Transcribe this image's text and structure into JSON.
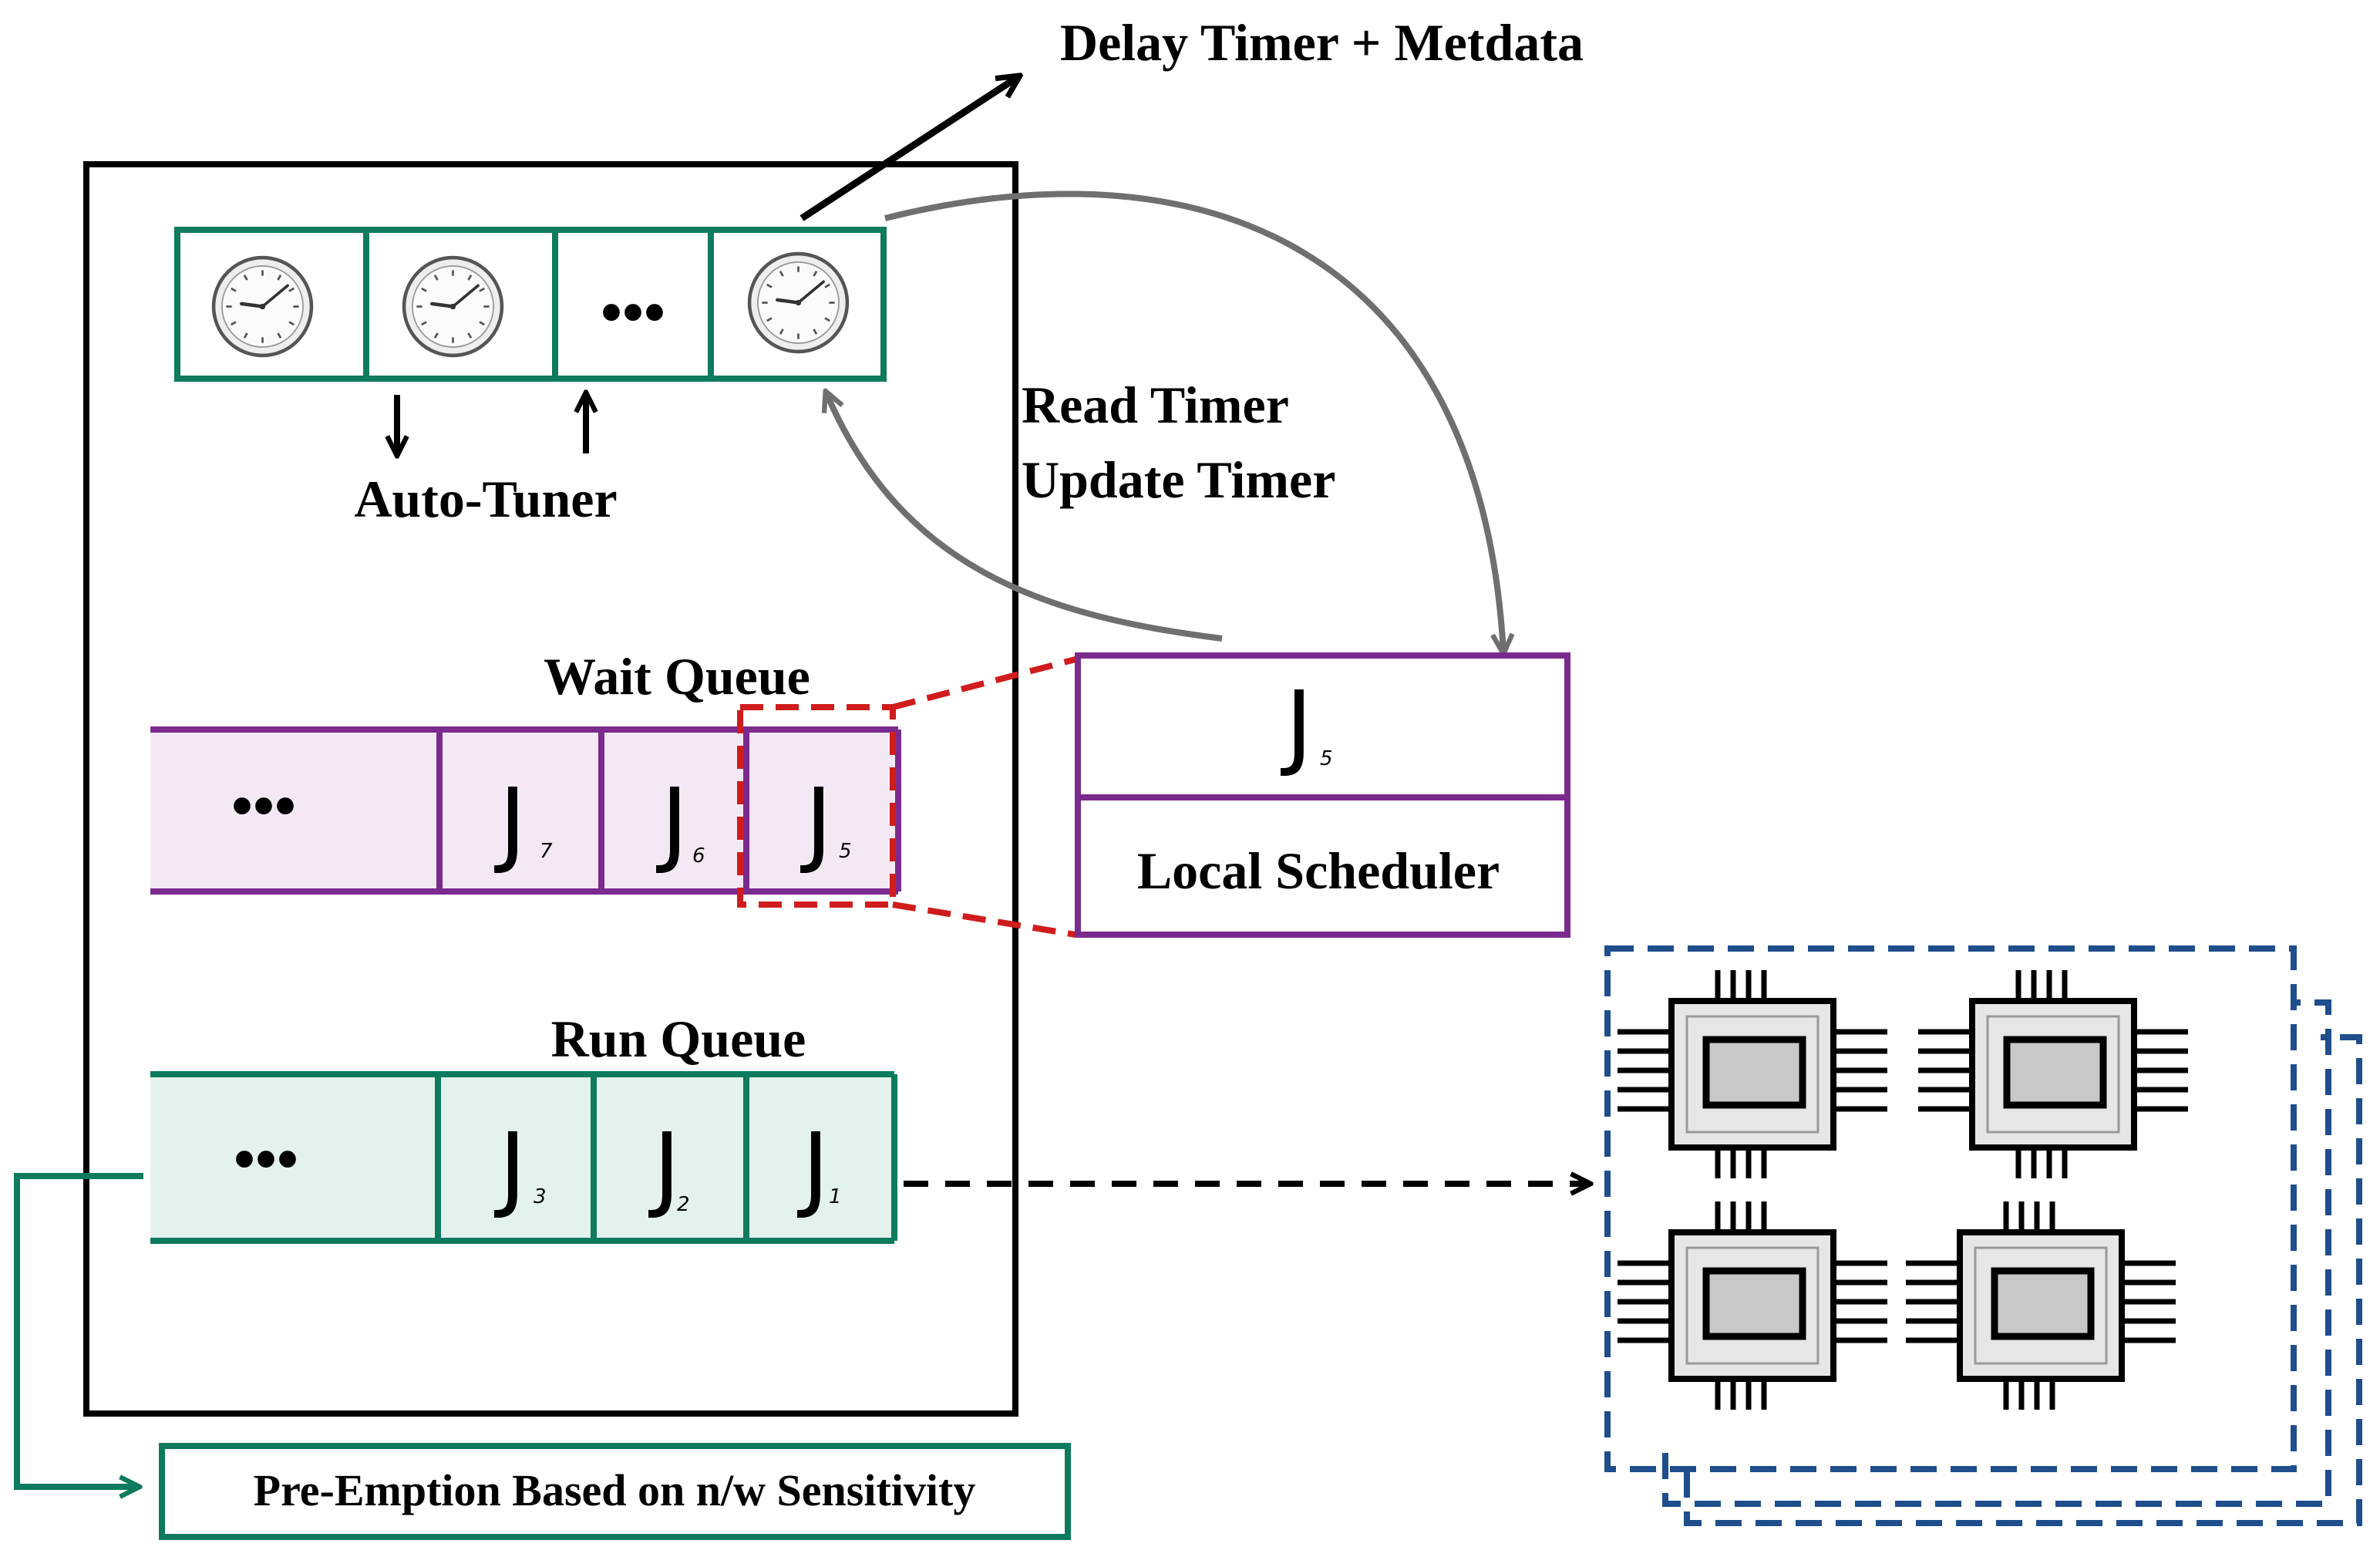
{
  "labels": {
    "delay_timer": "Delay Timer + Metdata",
    "auto_tuner": "Auto-Tuner",
    "read_timer": "Read Timer",
    "update_timer": "Update Timer",
    "wait_queue": "Wait Queue",
    "run_queue": "Run Queue",
    "local_scheduler": "Local Scheduler",
    "preemption": "Pre-Emption Based on n/w Sensitivity",
    "ellipsis": "•••"
  },
  "jobs": {
    "letter": "J",
    "wait": [
      "7",
      "6",
      "5"
    ],
    "run": [
      "3",
      "2",
      "1"
    ],
    "scheduled": "5"
  },
  "colors": {
    "green": "#0e7a5e",
    "purple": "#7b2a8e",
    "red": "#d01c1c",
    "blue": "#1f4e8c",
    "gray_arrow": "#6f6f6f",
    "wait_fill": "#f4e8f4",
    "run_fill": "#e4f2ee",
    "chip_fill": "#e6e6e6",
    "chip_die": "#c8c8c8"
  }
}
